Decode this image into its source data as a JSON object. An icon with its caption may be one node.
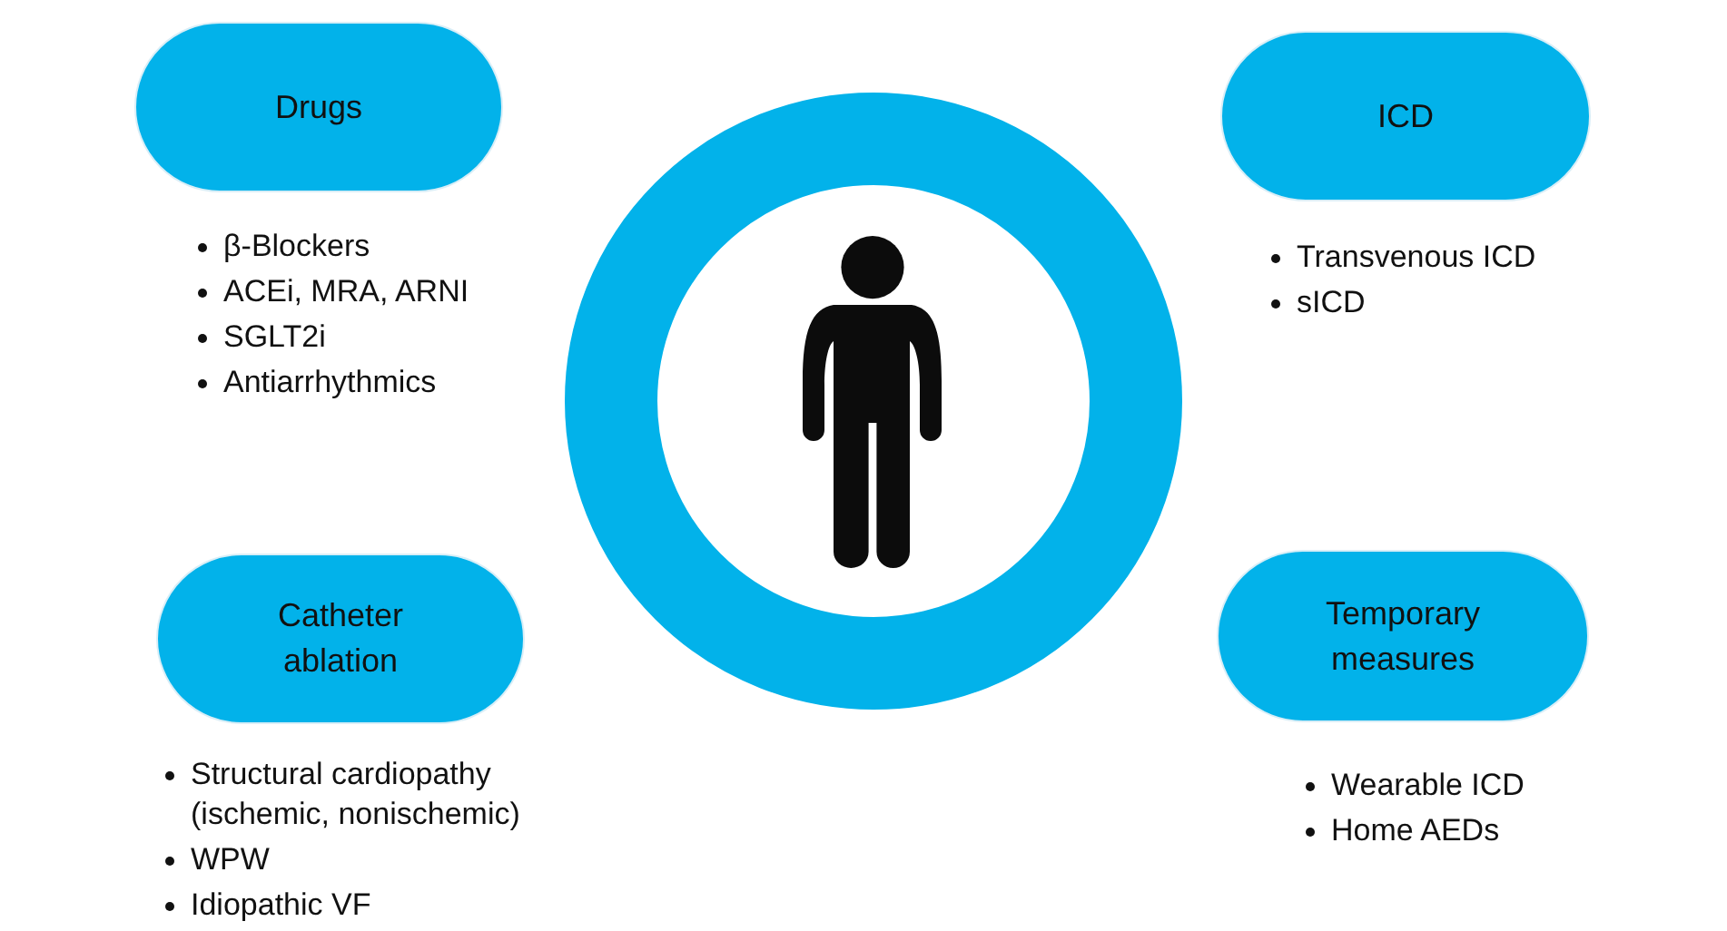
{
  "diagram": {
    "nodes": [
      {
        "text": [
          "Drugs"
        ],
        "beside": [
          "β-Blockers",
          "ACEi, MRA, ARNI",
          "SGLT2i",
          "Antiarrhythmics"
        ]
      },
      {
        "text": [
          "ICD"
        ],
        "beside": [
          "Transvenous ICD",
          "sICD"
        ]
      },
      {
        "text": [],
        "shape": "circle"
      },
      {
        "text": [],
        "shape": "person",
        "in": 2
      },
      {
        "text": [
          "Catheter ablation"
        ],
        "beside": [
          "Structural cardiopathy (ischemic, nonischemic)",
          "WPW",
          "Idiopathic VF"
        ]
      },
      {
        "text": [
          "Temporary measures"
        ],
        "beside": [
          "Wearable ICD",
          "Home AEDs"
        ]
      }
    ]
  }
}
